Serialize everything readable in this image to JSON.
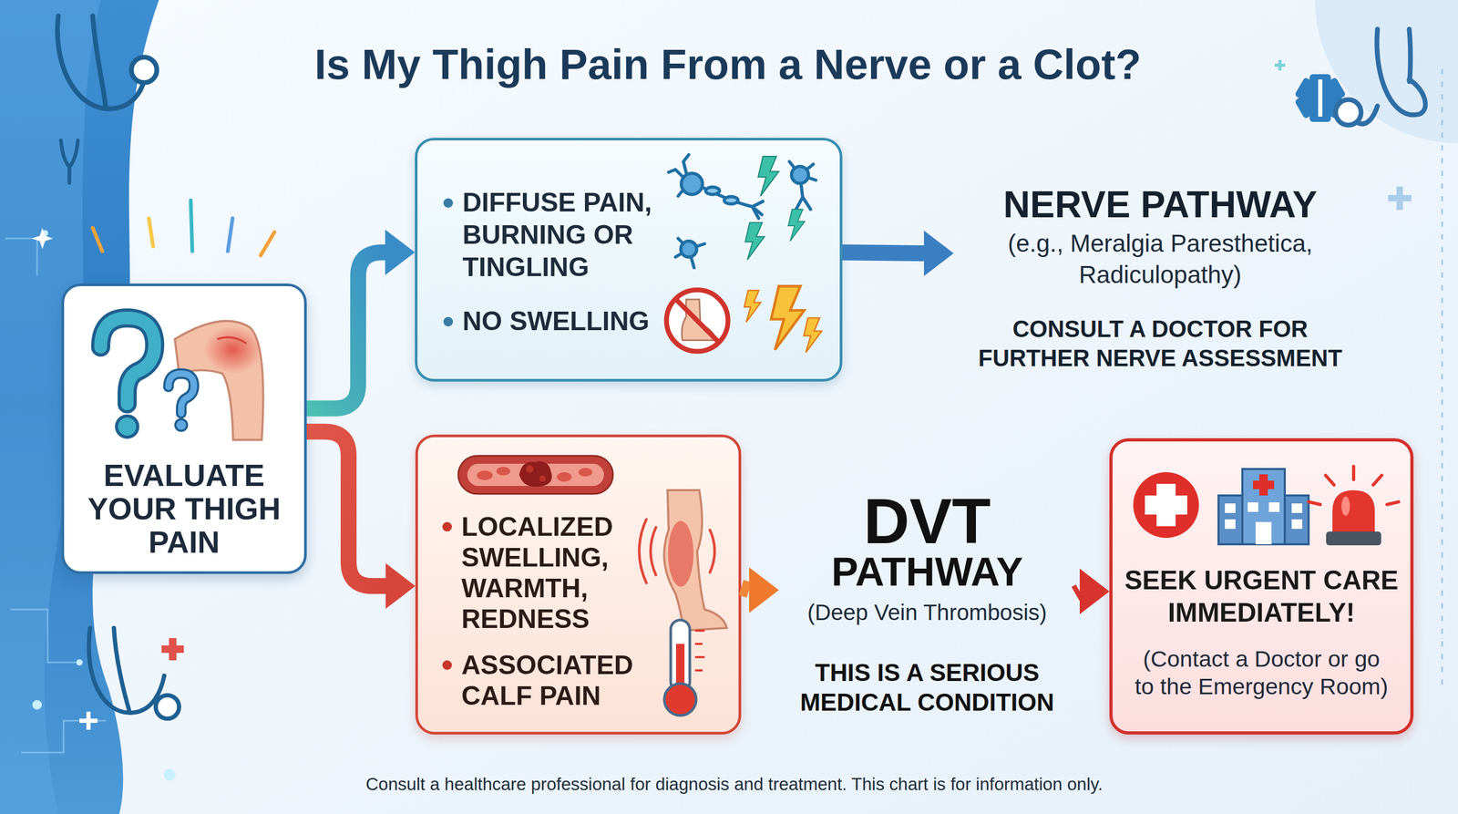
{
  "diagram": {
    "title": "Is My Thigh Pain From a Nerve or a Clot?",
    "caption": "Consult a healthcare professional for diagnosis and treatment. This chart is for information only.",
    "nodes": [
      {
        "text": [
          "EVALUATE YOUR THIGH PAIN"
        ]
      },
      {
        "text": [
          "DIFFUSE PAIN, BURNING OR TINGLING",
          "NO SWELLING"
        ]
      },
      {
        "text": [
          "NERVE PATHWAY",
          "(e.g., Meralgia Paresthetica, Radiculopathy)",
          "CONSULT A DOCTOR FOR FURTHER NERVE ASSESSMENT"
        ]
      },
      {
        "text": [
          "LOCALIZED SWELLING, WARMTH, REDNESS",
          "ASSOCIATED CALF PAIN"
        ]
      },
      {
        "text": [
          "DVT",
          "PATHWAY",
          "(Deep Vein Thrombosis)",
          "THIS IS A SERIOUS MEDICAL CONDITION"
        ]
      },
      {
        "text": [
          "SEEK URGENT CARE IMMEDIATELY!",
          "(Contact a Doctor or go to the Emergency Room)"
        ]
      }
    ],
    "edges": [
      {
        "from": 0,
        "to": 1,
        "arrow": "to"
      },
      {
        "from": 0,
        "to": 3,
        "arrow": "to"
      },
      {
        "from": 1,
        "to": 2,
        "arrow": "to"
      },
      {
        "from": 3,
        "to": 4,
        "arrow": "to"
      },
      {
        "from": 4,
        "to": 5,
        "arrow": "to"
      }
    ]
  }
}
